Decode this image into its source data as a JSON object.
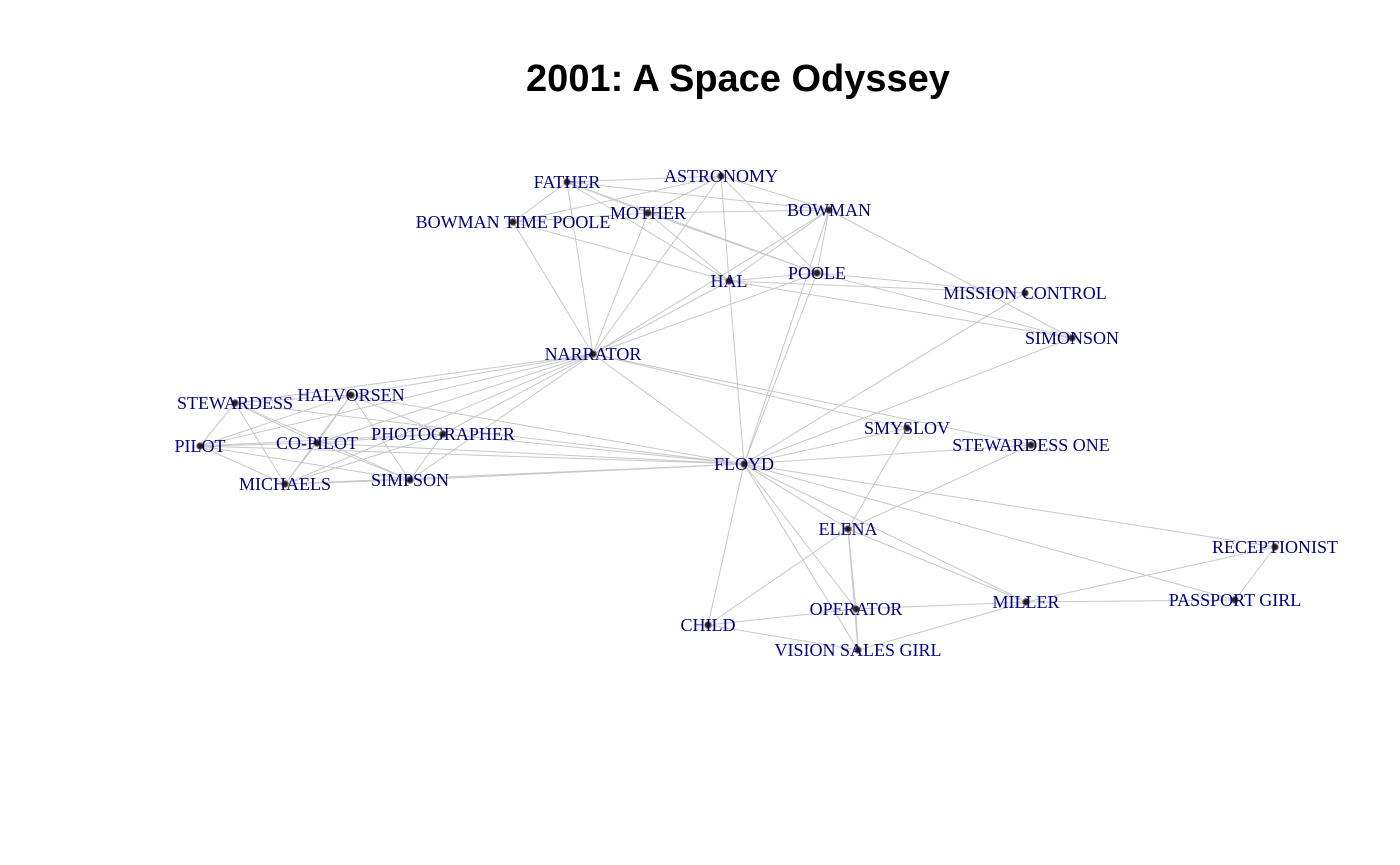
{
  "title": "2001: A Space Odyssey",
  "nodes": [
    {
      "id": "FATHER",
      "label": "FATHER"
    },
    {
      "id": "ASTRONOMY",
      "label": "ASTRONOMY"
    },
    {
      "id": "MOTHER",
      "label": "MOTHER"
    },
    {
      "id": "BOWMAN",
      "label": "BOWMAN"
    },
    {
      "id": "BOWMAN_TIME_POOLE",
      "label": "BOWMAN TIME POOLE"
    },
    {
      "id": "POOLE",
      "label": "POOLE"
    },
    {
      "id": "HAL",
      "label": "HAL"
    },
    {
      "id": "MISSION_CONTROL",
      "label": "MISSION CONTROL"
    },
    {
      "id": "SIMONSON",
      "label": "SIMONSON"
    },
    {
      "id": "NARRATOR",
      "label": "NARRATOR"
    },
    {
      "id": "STEWARDESS",
      "label": "STEWARDESS"
    },
    {
      "id": "HALVORSEN",
      "label": "HALVORSEN"
    },
    {
      "id": "PILOT",
      "label": "PILOT"
    },
    {
      "id": "CO_PILOT",
      "label": "CO-PILOT"
    },
    {
      "id": "PHOTOGRAPHER",
      "label": "PHOTOGRAPHER"
    },
    {
      "id": "MICHAELS",
      "label": "MICHAELS"
    },
    {
      "id": "SIMPSON",
      "label": "SIMPSON"
    },
    {
      "id": "SMYSLOV",
      "label": "SMYSLOV"
    },
    {
      "id": "STEWARDESS_ONE",
      "label": "STEWARDESS ONE"
    },
    {
      "id": "FLOYD",
      "label": "FLOYD"
    },
    {
      "id": "ELENA",
      "label": "ELENA"
    },
    {
      "id": "RECEPTIONIST",
      "label": "RECEPTIONIST"
    },
    {
      "id": "OPERATOR",
      "label": "OPERATOR"
    },
    {
      "id": "MILLER",
      "label": "MILLER"
    },
    {
      "id": "PASSPORT_GIRL",
      "label": "PASSPORT GIRL"
    },
    {
      "id": "CHILD",
      "label": "CHILD"
    },
    {
      "id": "VISION_SALES_GIRL",
      "label": "VISION SALES GIRL"
    }
  ],
  "edges": [
    [
      "FATHER",
      "ASTRONOMY"
    ],
    [
      "FATHER",
      "MOTHER"
    ],
    [
      "FATHER",
      "BOWMAN"
    ],
    [
      "FATHER",
      "HAL"
    ],
    [
      "FATHER",
      "NARRATOR"
    ],
    [
      "FATHER",
      "BOWMAN_TIME_POOLE"
    ],
    [
      "FATHER",
      "POOLE"
    ],
    [
      "ASTRONOMY",
      "MOTHER"
    ],
    [
      "ASTRONOMY",
      "BOWMAN"
    ],
    [
      "ASTRONOMY",
      "HAL"
    ],
    [
      "ASTRONOMY",
      "POOLE"
    ],
    [
      "ASTRONOMY",
      "NARRATOR"
    ],
    [
      "ASTRONOMY",
      "BOWMAN_TIME_POOLE"
    ],
    [
      "MOTHER",
      "BOWMAN"
    ],
    [
      "MOTHER",
      "POOLE"
    ],
    [
      "MOTHER",
      "HAL"
    ],
    [
      "MOTHER",
      "NARRATOR"
    ],
    [
      "MOTHER",
      "BOWMAN_TIME_POOLE"
    ],
    [
      "BOWMAN_TIME_POOLE",
      "NARRATOR"
    ],
    [
      "BOWMAN_TIME_POOLE",
      "HAL"
    ],
    [
      "BOWMAN",
      "HAL"
    ],
    [
      "BOWMAN",
      "POOLE"
    ],
    [
      "BOWMAN",
      "SIMONSON"
    ],
    [
      "BOWMAN",
      "NARRATOR"
    ],
    [
      "BOWMAN",
      "FLOYD"
    ],
    [
      "POOLE",
      "HAL"
    ],
    [
      "POOLE",
      "MISSION_CONTROL"
    ],
    [
      "POOLE",
      "SIMONSON"
    ],
    [
      "POOLE",
      "NARRATOR"
    ],
    [
      "POOLE",
      "FLOYD"
    ],
    [
      "HAL",
      "MISSION_CONTROL"
    ],
    [
      "HAL",
      "SIMONSON"
    ],
    [
      "HAL",
      "NARRATOR"
    ],
    [
      "HAL",
      "FLOYD"
    ],
    [
      "MISSION_CONTROL",
      "FLOYD"
    ],
    [
      "SIMONSON",
      "FLOYD"
    ],
    [
      "NARRATOR",
      "FLOYD"
    ],
    [
      "NARRATOR",
      "SMYSLOV"
    ],
    [
      "NARRATOR",
      "STEWARDESS_ONE"
    ],
    [
      "NARRATOR",
      "STEWARDESS"
    ],
    [
      "NARRATOR",
      "HALVORSEN"
    ],
    [
      "NARRATOR",
      "PILOT"
    ],
    [
      "NARRATOR",
      "CO_PILOT"
    ],
    [
      "NARRATOR",
      "PHOTOGRAPHER"
    ],
    [
      "NARRATOR",
      "MICHAELS"
    ],
    [
      "NARRATOR",
      "SIMPSON"
    ],
    [
      "STEWARDESS",
      "HALVORSEN"
    ],
    [
      "STEWARDESS",
      "PILOT"
    ],
    [
      "STEWARDESS",
      "CO_PILOT"
    ],
    [
      "STEWARDESS",
      "MICHAELS"
    ],
    [
      "STEWARDESS",
      "SIMPSON"
    ],
    [
      "STEWARDESS",
      "FLOYD"
    ],
    [
      "HALVORSEN",
      "PILOT"
    ],
    [
      "HALVORSEN",
      "CO_PILOT"
    ],
    [
      "HALVORSEN",
      "PHOTOGRAPHER"
    ],
    [
      "HALVORSEN",
      "MICHAELS"
    ],
    [
      "HALVORSEN",
      "SIMPSON"
    ],
    [
      "HALVORSEN",
      "FLOYD"
    ],
    [
      "PILOT",
      "CO_PILOT"
    ],
    [
      "PILOT",
      "MICHAELS"
    ],
    [
      "PILOT",
      "PHOTOGRAPHER"
    ],
    [
      "PILOT",
      "SIMPSON"
    ],
    [
      "PILOT",
      "FLOYD"
    ],
    [
      "CO_PILOT",
      "PHOTOGRAPHER"
    ],
    [
      "CO_PILOT",
      "MICHAELS"
    ],
    [
      "CO_PILOT",
      "SIMPSON"
    ],
    [
      "CO_PILOT",
      "FLOYD"
    ],
    [
      "PHOTOGRAPHER",
      "MICHAELS"
    ],
    [
      "PHOTOGRAPHER",
      "SIMPSON"
    ],
    [
      "PHOTOGRAPHER",
      "FLOYD"
    ],
    [
      "MICHAELS",
      "SIMPSON"
    ],
    [
      "MICHAELS",
      "FLOYD"
    ],
    [
      "SIMPSON",
      "FLOYD"
    ],
    [
      "FLOYD",
      "SMYSLOV"
    ],
    [
      "FLOYD",
      "STEWARDESS_ONE"
    ],
    [
      "FLOYD",
      "ELENA"
    ],
    [
      "FLOYD",
      "RECEPTIONIST"
    ],
    [
      "FLOYD",
      "OPERATOR"
    ],
    [
      "FLOYD",
      "MILLER"
    ],
    [
      "FLOYD",
      "PASSPORT_GIRL"
    ],
    [
      "FLOYD",
      "CHILD"
    ],
    [
      "FLOYD",
      "VISION_SALES_GIRL"
    ],
    [
      "SMYSLOV",
      "ELENA"
    ],
    [
      "STEWARDESS_ONE",
      "ELENA"
    ],
    [
      "ELENA",
      "OPERATOR"
    ],
    [
      "ELENA",
      "MILLER"
    ],
    [
      "ELENA",
      "CHILD"
    ],
    [
      "ELENA",
      "VISION_SALES_GIRL"
    ],
    [
      "OPERATOR",
      "MILLER"
    ],
    [
      "OPERATOR",
      "CHILD"
    ],
    [
      "OPERATOR",
      "VISION_SALES_GIRL"
    ],
    [
      "MILLER",
      "PASSPORT_GIRL"
    ],
    [
      "MILLER",
      "RECEPTIONIST"
    ],
    [
      "MILLER",
      "VISION_SALES_GIRL"
    ],
    [
      "RECEPTIONIST",
      "PASSPORT_GIRL"
    ],
    [
      "CHILD",
      "VISION_SALES_GIRL"
    ]
  ]
}
